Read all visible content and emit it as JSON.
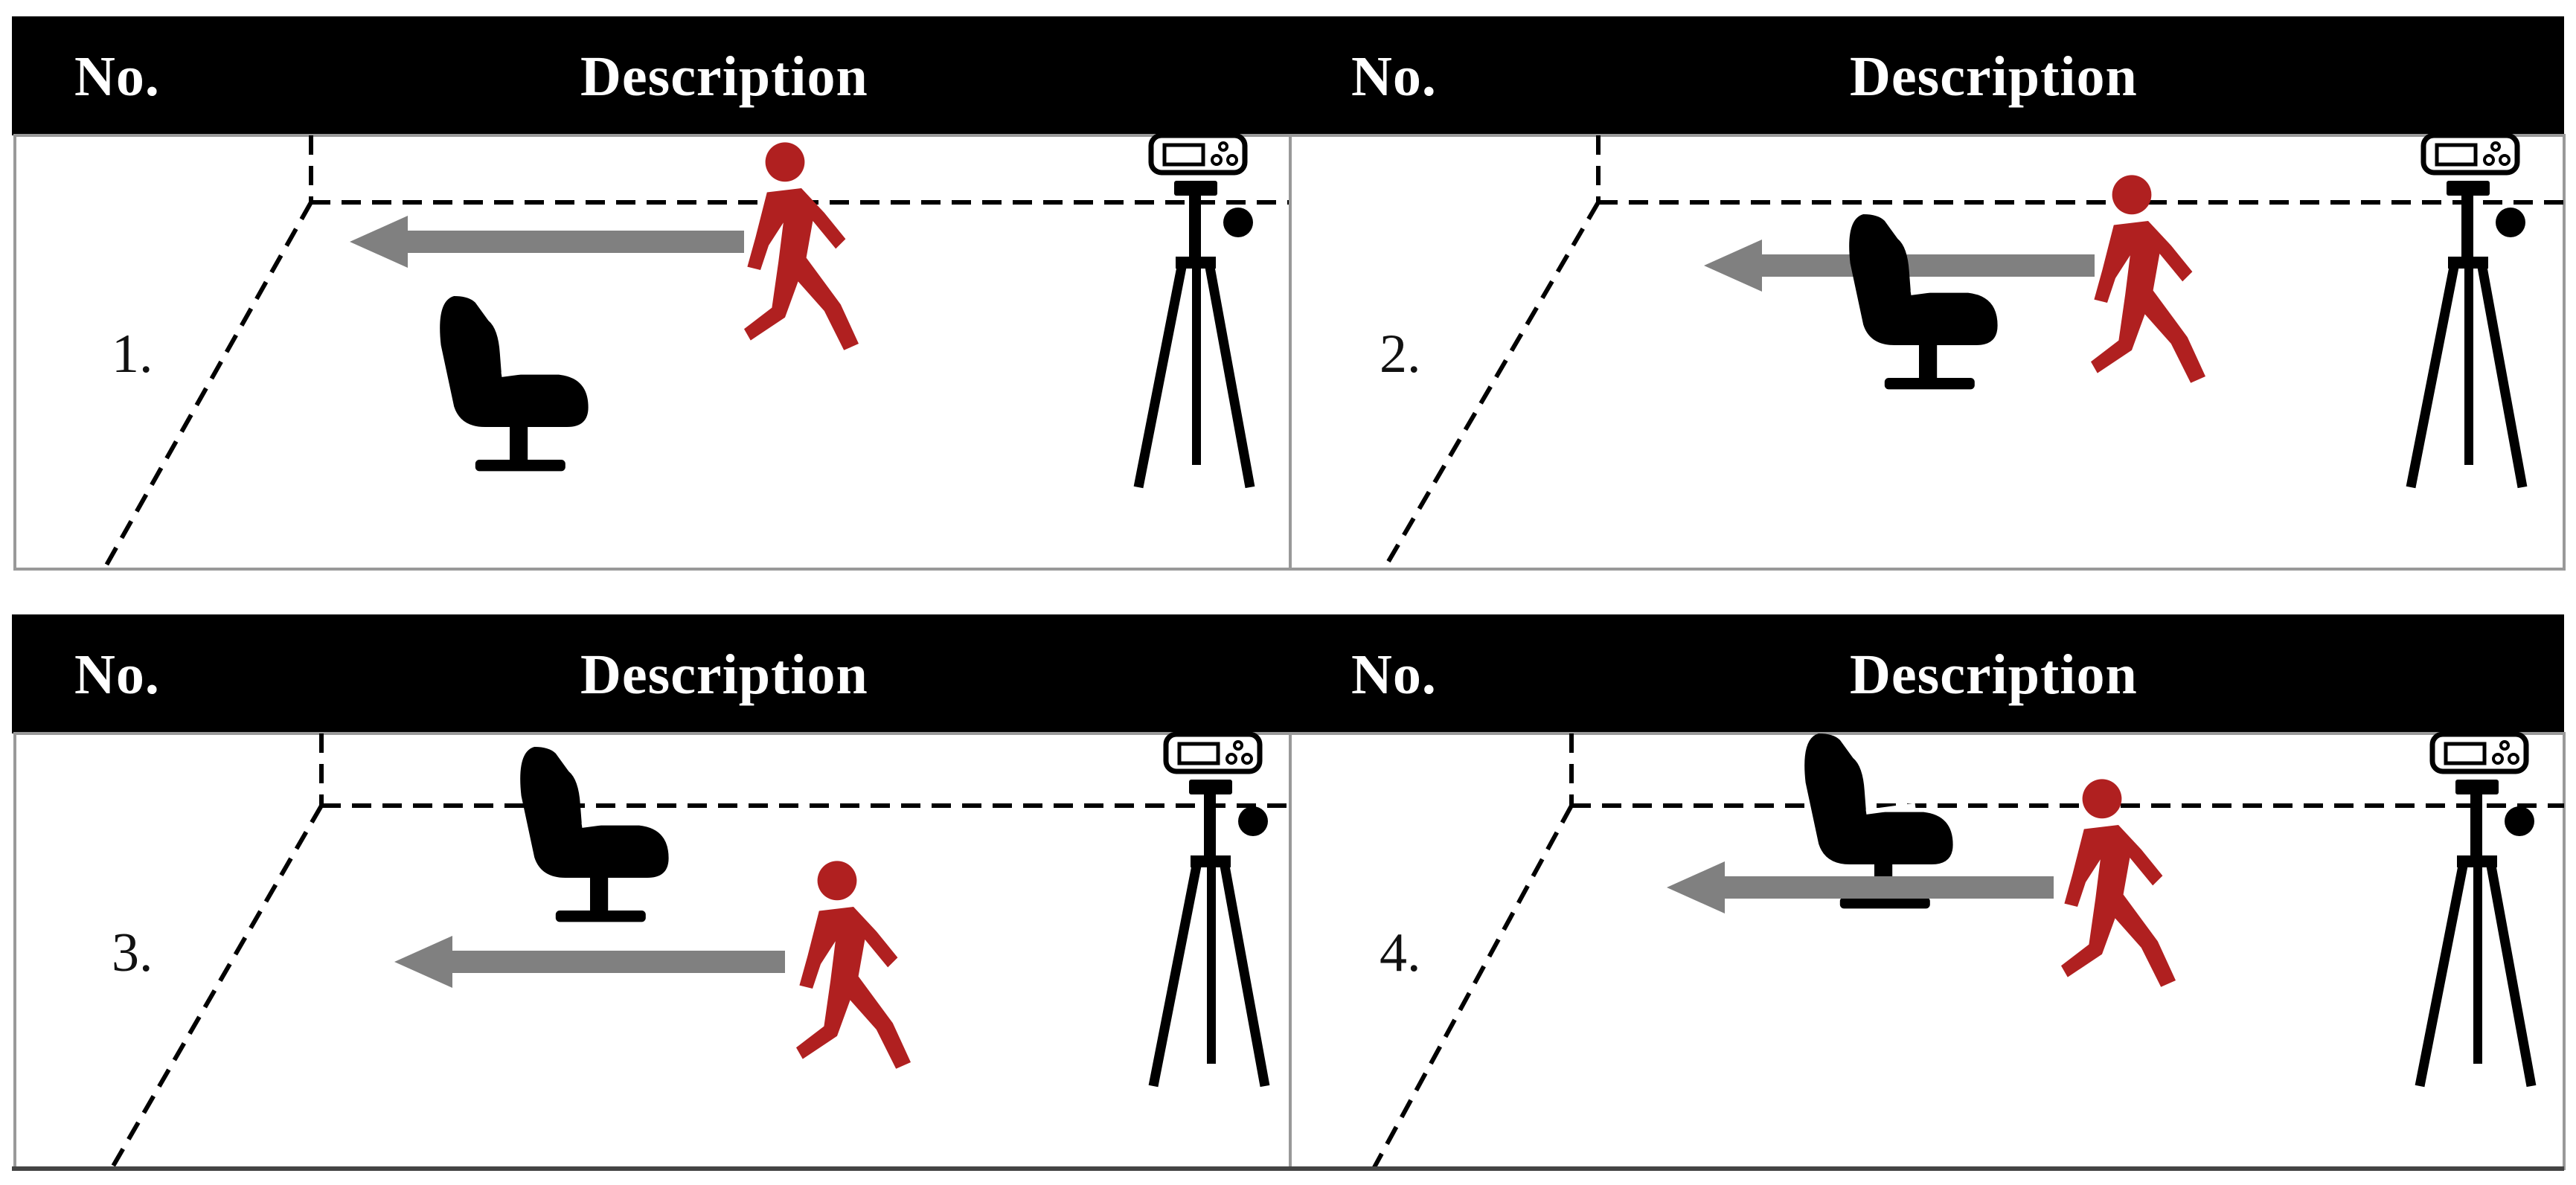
{
  "header": {
    "col_no": "No.",
    "col_description": "Description"
  },
  "colors": {
    "person": "#b02020",
    "chair": "#000000",
    "arrow": "#808080",
    "header_bg": "#000000",
    "header_text": "#ffffff"
  },
  "scenarios": [
    {
      "number": "1.",
      "person": "walking-person-icon",
      "chair": "chair-icon",
      "arrow": "arrow-left-icon",
      "camera": "camera-tripod-icon"
    },
    {
      "number": "2.",
      "person": "walking-person-icon",
      "chair": "chair-icon",
      "arrow": "arrow-left-icon",
      "camera": "camera-tripod-icon"
    },
    {
      "number": "3.",
      "person": "walking-person-icon",
      "chair": "chair-icon",
      "arrow": "arrow-left-icon",
      "camera": "camera-tripod-icon"
    },
    {
      "number": "4.",
      "person": "walking-person-icon",
      "chair": "chair-icon",
      "arrow": "arrow-left-icon",
      "camera": "camera-tripod-icon"
    }
  ]
}
